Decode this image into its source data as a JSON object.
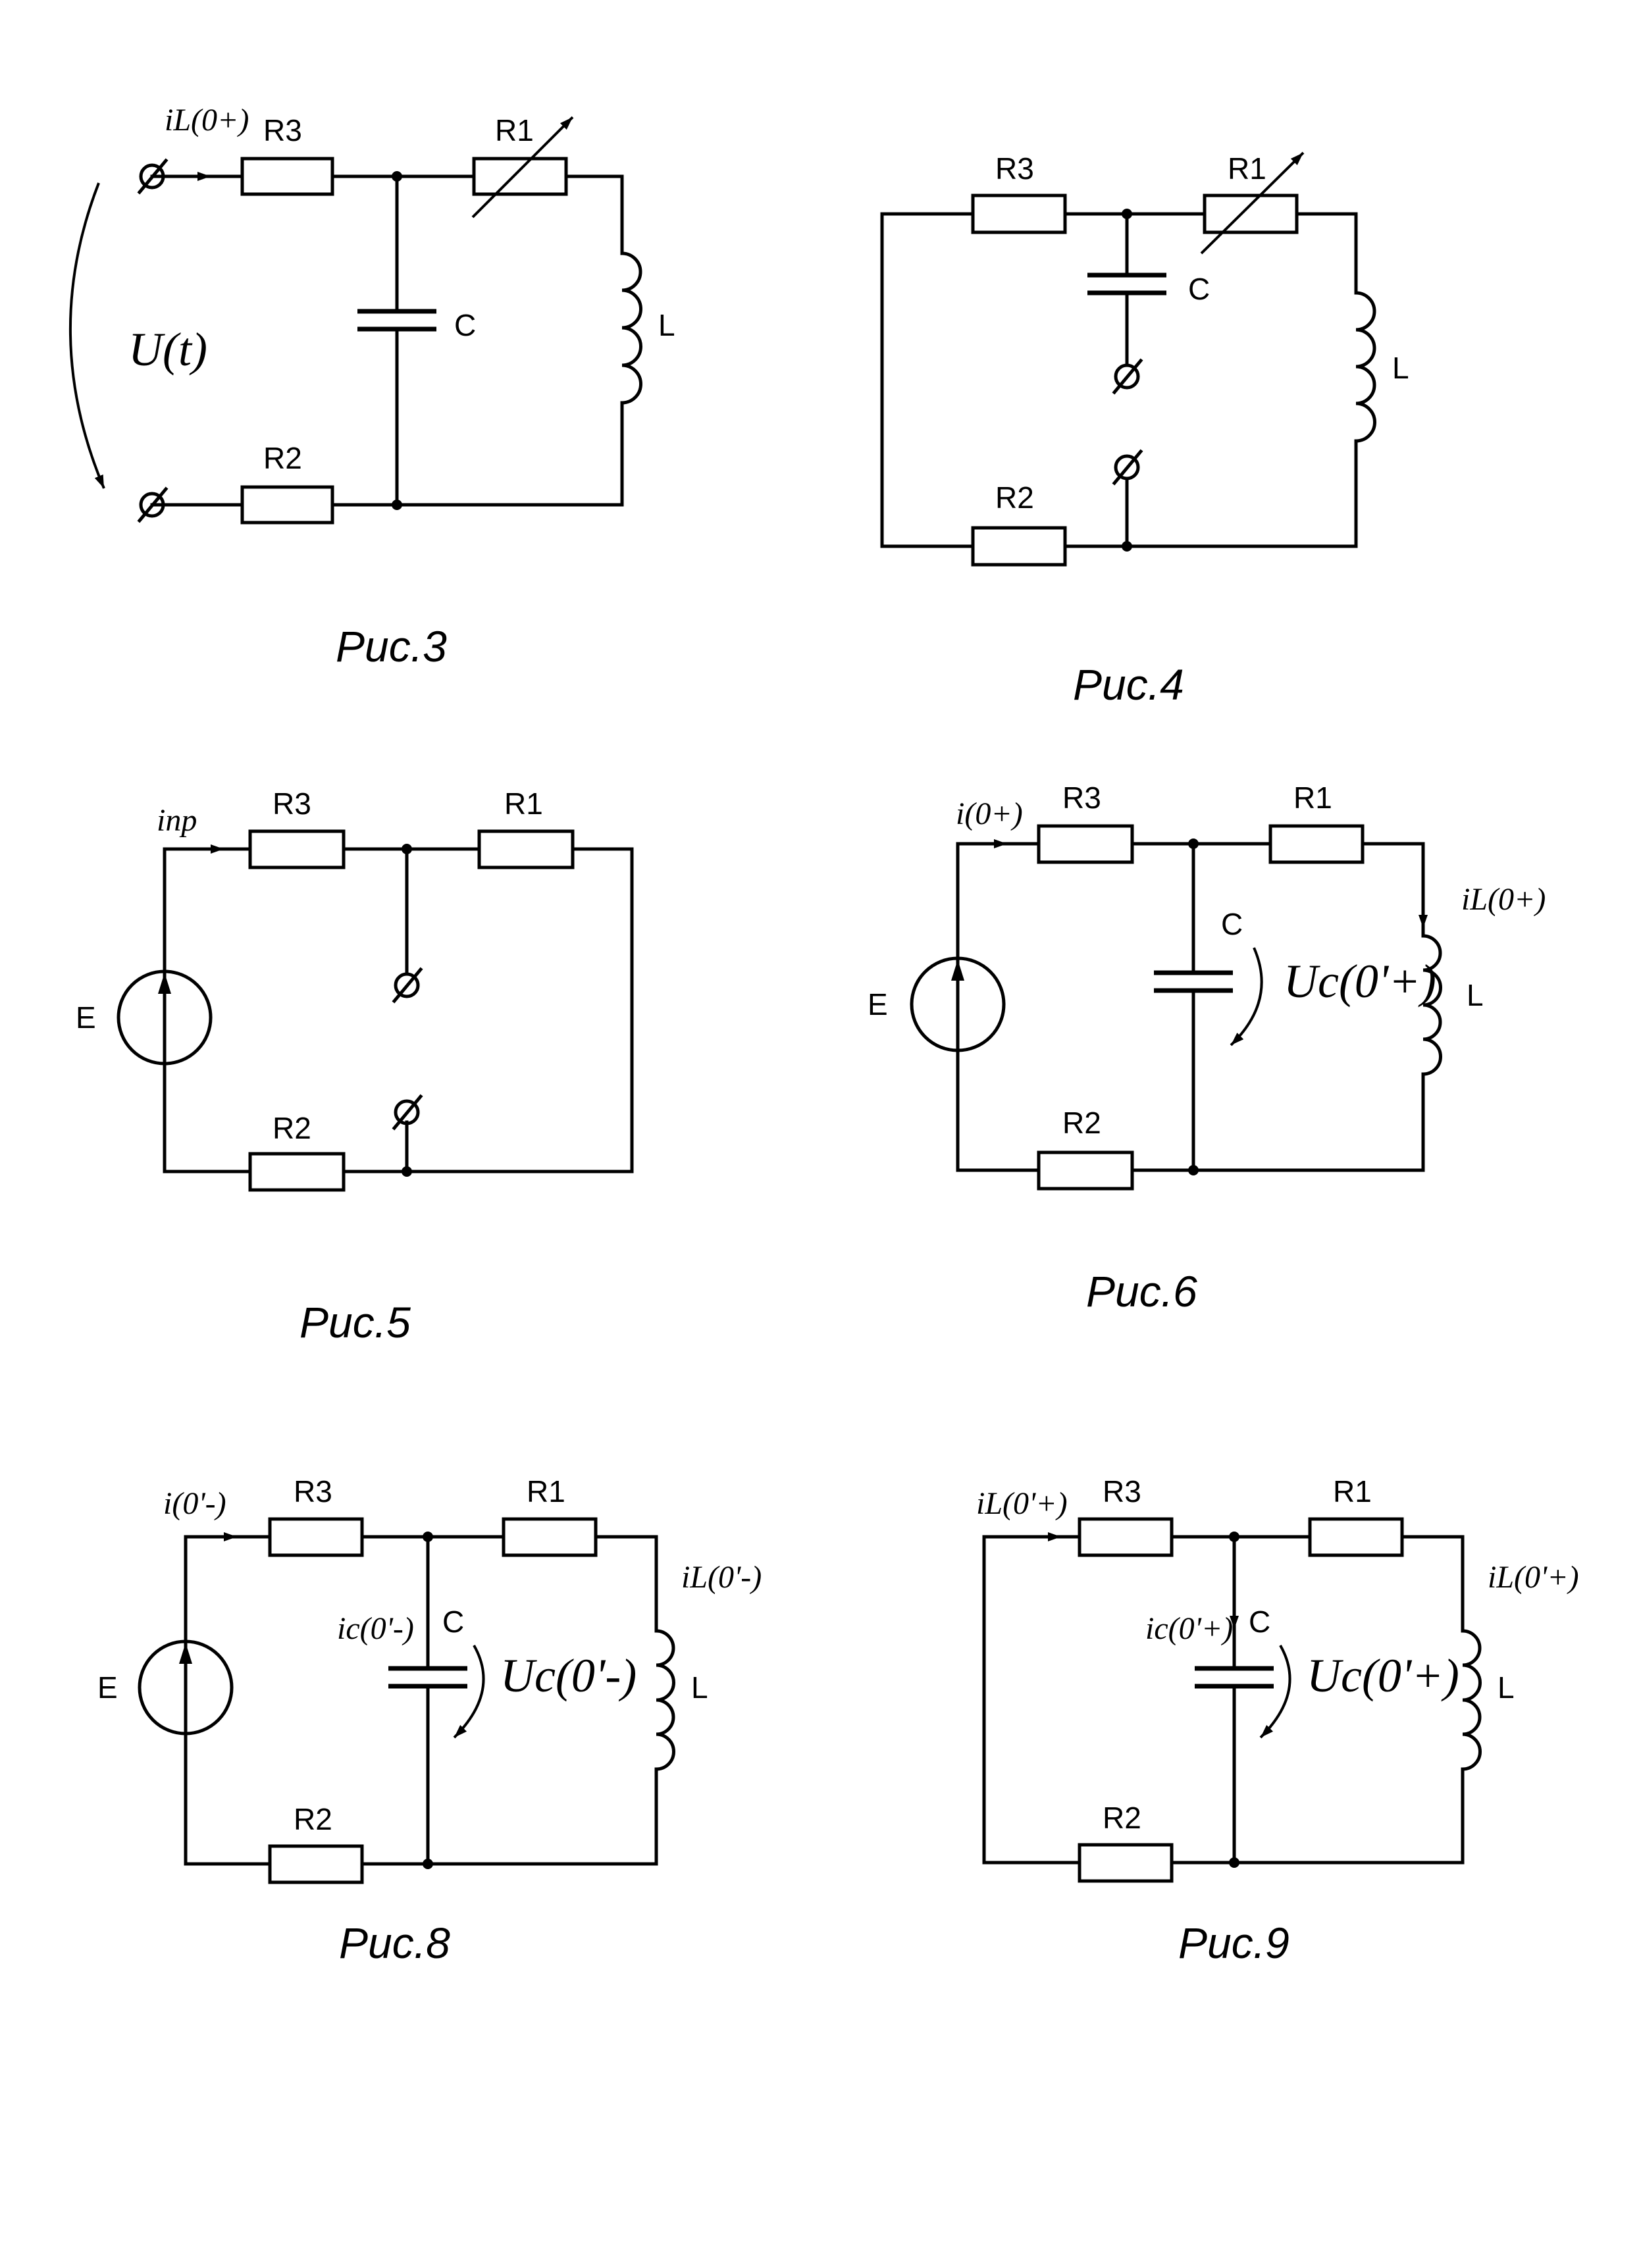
{
  "fig3": {
    "caption": "Рис.3",
    "current": "iL(0+)",
    "voltage": "U(t)",
    "r3": "R3",
    "r1": "R1",
    "r2": "R2",
    "c": "C",
    "l": "L"
  },
  "fig4": {
    "caption": "Рис.4",
    "r3": "R3",
    "r1": "R1",
    "r2": "R2",
    "c": "C",
    "l": "L"
  },
  "fig5": {
    "caption": "Рис.5",
    "current": "iпр",
    "source": "E",
    "r3": "R3",
    "r1": "R1",
    "r2": "R2"
  },
  "fig6": {
    "caption": "Рис.6",
    "current": "i(0+)",
    "current_l": "iL(0+)",
    "voltage_c": "Uc(0'+)",
    "source": "E",
    "r3": "R3",
    "r1": "R1",
    "r2": "R2",
    "c": "C",
    "l": "L"
  },
  "fig8": {
    "caption": "Рис.8",
    "current": "i(0'-)",
    "current_l": "iL(0'-)",
    "current_c": "ic(0'-)",
    "voltage_c": "Uc(0'-)",
    "source": "E",
    "r3": "R3",
    "r1": "R1",
    "r2": "R2",
    "c": "C",
    "l": "L"
  },
  "fig9": {
    "caption": "Рис.9",
    "current": "iL(0'+)",
    "current_l": "iL(0'+)",
    "current_c": "ic(0'+)",
    "voltage_c": "Uc(0'+)",
    "r3": "R3",
    "r1": "R1",
    "r2": "R2",
    "c": "C",
    "l": "L"
  }
}
